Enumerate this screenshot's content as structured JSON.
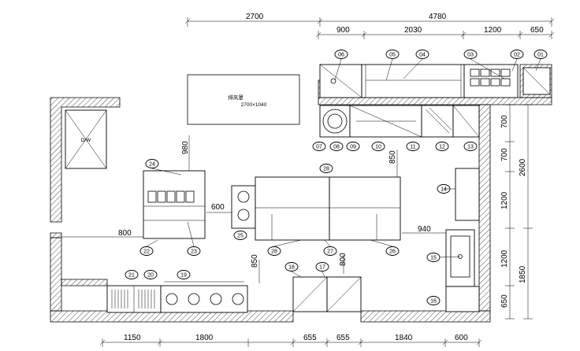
{
  "dimensions": {
    "top_overall_left": "2700",
    "top_overall_right": "4780",
    "top_sub": [
      "900",
      "2030",
      "1200",
      "650"
    ],
    "bottom": [
      "1150",
      "1800",
      "655",
      "655",
      "1840",
      "600"
    ],
    "right_inner": [
      "700",
      "700",
      "1200",
      "1200",
      "650"
    ],
    "right_outer": [
      "2600",
      "1850"
    ],
    "interior": {
      "d980": "980",
      "d600": "600",
      "d800": "800",
      "d850_top": "850",
      "d850_bottom": "850",
      "d800_small": "800",
      "d940": "940"
    }
  },
  "labels": {
    "hood_line1": "排风罩",
    "hood_line2": "2700×1040",
    "dw": "D/W"
  },
  "tags": {
    "t01": "01",
    "t02": "02",
    "t03": "03",
    "t04": "04",
    "t05": "05",
    "t06": "06",
    "t07": "07",
    "t08": "08",
    "t09": "09",
    "t10": "10",
    "t11": "11",
    "t12": "12",
    "t13": "13",
    "t14": "14",
    "t15": "15",
    "t16": "16",
    "t17": "17",
    "t18": "18",
    "t19": "19",
    "t20": "20",
    "t21": "21",
    "t22": "22",
    "t23": "23",
    "t24": "24",
    "t25": "25",
    "t26": "26",
    "t27": "27",
    "t28": "28",
    "t29": "28"
  }
}
